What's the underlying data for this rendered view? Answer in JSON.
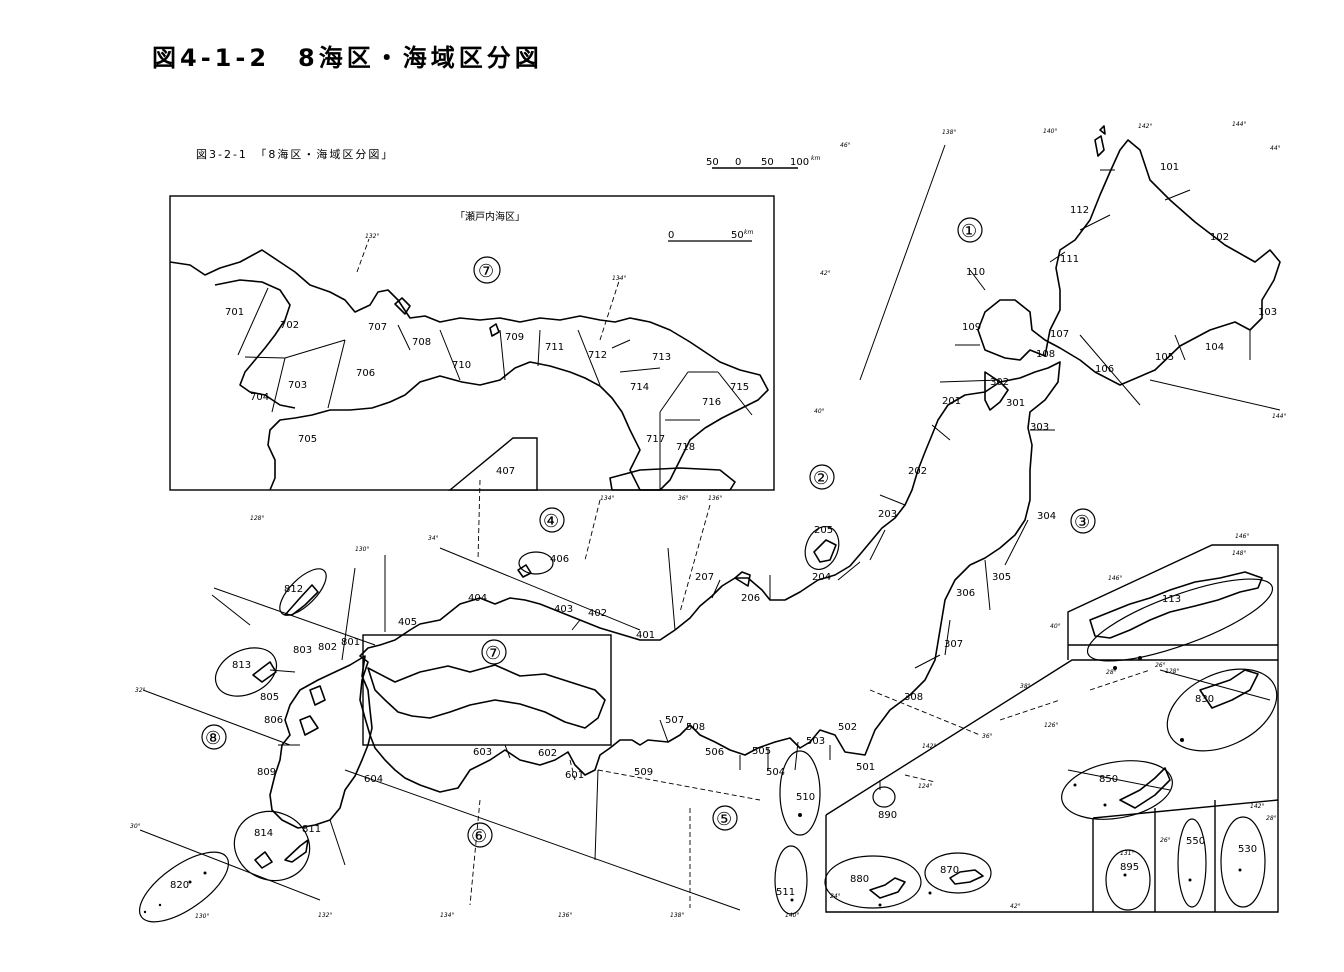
{
  "title": "図4-1-2　8海区・海域区分図",
  "subtitle": "図3-2-1　「8海区・海域区分図」",
  "scale_main": {
    "ticks": [
      "50",
      "0",
      "50",
      "100"
    ],
    "unit": "km"
  },
  "inset_setouchi": {
    "title": "「瀬戸内海区」",
    "scale_ticks": [
      "0",
      "50"
    ],
    "scale_unit": "km"
  },
  "sea_zone_circles": [
    "①",
    "②",
    "③",
    "④",
    "⑤",
    "⑥",
    "⑦",
    "⑦",
    "⑧"
  ],
  "area_codes_main": [
    "101",
    "102",
    "103",
    "104",
    "105",
    "106",
    "107",
    "108",
    "109",
    "110",
    "111",
    "112",
    "201",
    "202",
    "203",
    "204",
    "205",
    "206",
    "207",
    "301",
    "302",
    "303",
    "304",
    "305",
    "306",
    "307",
    "308",
    "401",
    "402",
    "403",
    "404",
    "405",
    "406",
    "407",
    "501",
    "502",
    "503",
    "504",
    "505",
    "506",
    "507",
    "508",
    "509",
    "510",
    "511",
    "601",
    "602",
    "603",
    "604",
    "801",
    "802",
    "803",
    "805",
    "806",
    "809",
    "811",
    "812",
    "813",
    "814",
    "820",
    "890",
    "880",
    "870",
    "850",
    "830",
    "113",
    "895",
    "550",
    "530"
  ],
  "area_codes_inset": [
    "701",
    "702",
    "703",
    "704",
    "705",
    "706",
    "707",
    "708",
    "709",
    "710",
    "711",
    "712",
    "713",
    "714",
    "715",
    "716",
    "717",
    "718"
  ],
  "coordinate_labels": [
    "138°",
    "140°",
    "142°",
    "144°",
    "46°",
    "44°",
    "42°",
    "40°",
    "132°",
    "134°",
    "136°",
    "134°",
    "36°",
    "34°",
    "128°",
    "130°",
    "32°",
    "30°",
    "130°",
    "132°",
    "134°",
    "136°",
    "138°",
    "140°",
    "142°",
    "146°",
    "148°",
    "146°",
    "26°",
    "128°",
    "126°",
    "124°",
    "144°",
    "40°",
    "42°",
    "38°",
    "36°",
    "28°",
    "24°",
    "26°",
    "131°",
    "142°",
    "28°"
  ]
}
